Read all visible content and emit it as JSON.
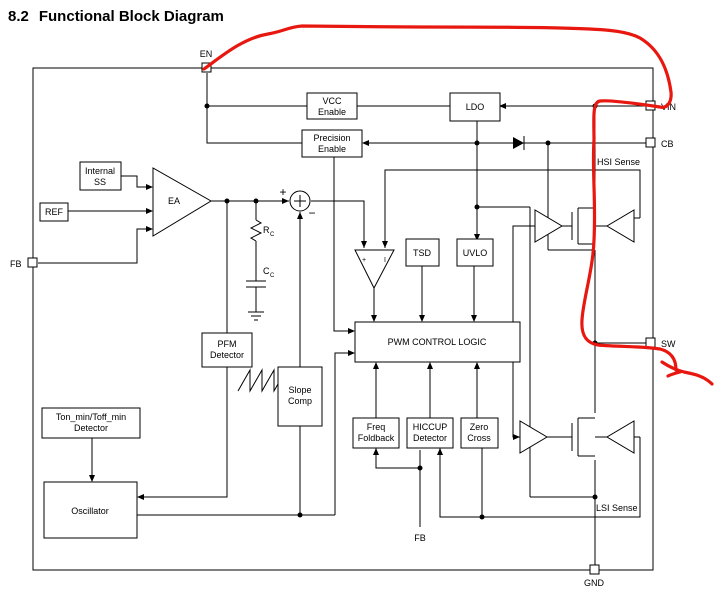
{
  "section": {
    "number": "8.2",
    "title": "Functional Block Diagram"
  },
  "pins": {
    "en": "EN",
    "vin": "VIN",
    "cb": "CB",
    "sw": "SW",
    "fb": "FB",
    "gnd": "GND"
  },
  "blocks": {
    "vcc_enable": [
      "VCC",
      "Enable"
    ],
    "ldo": "LDO",
    "precision_enable": [
      "Precision",
      "Enable"
    ],
    "internal_ss": [
      "Internal",
      "SS"
    ],
    "ref": "REF",
    "ea": "EA",
    "tsd": "TSD",
    "uvlo": "UVLO",
    "pwm_control_logic": "PWM CONTROL LOGIC",
    "pfm_detector": [
      "PFM",
      "Detector"
    ],
    "slope_comp": [
      "Slope",
      "Comp"
    ],
    "ton_toff_detector": [
      "Ton_min/Toff_min",
      "Detector"
    ],
    "oscillator": "Oscillator",
    "freq_foldback": [
      "Freq",
      "Foldback"
    ],
    "hiccup_detector": [
      "HICCUP",
      "Detector"
    ],
    "zero_cross": [
      "Zero",
      "Cross"
    ]
  },
  "labels": {
    "hsi_sense": "HSI Sense",
    "lsi_sense": "LSI Sense",
    "rc": "R",
    "rc_sub": "C",
    "cc": "C",
    "cc_sub": "C",
    "fb_bottom": "FB",
    "sum_plus": "+",
    "sum_minus": "−",
    "pwm_comp_plus": "+",
    "pwm_comp_minus": "I"
  },
  "annotation": {
    "color": "#e8170f"
  }
}
